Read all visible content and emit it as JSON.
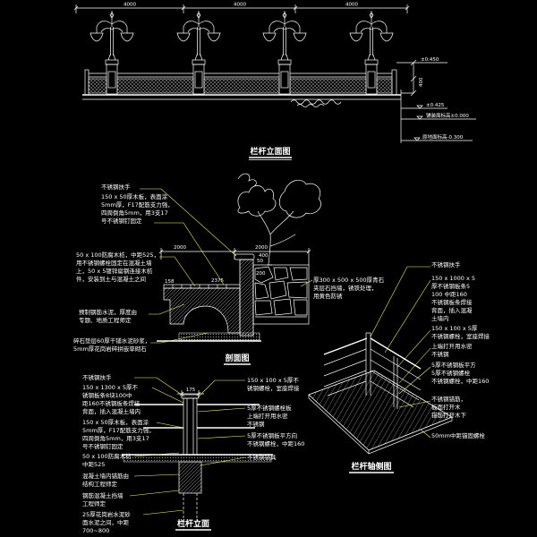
{
  "colors": {
    "background": "#000000",
    "line": "#ffffff",
    "leader": "#ffff66",
    "ground": "#66ff66"
  },
  "elevation": {
    "title": "栏杆立面图",
    "dims": [
      "4000",
      "4000",
      "4000"
    ],
    "levels": {
      "top": "±0.450",
      "height": "400",
      "cap": "±0.425",
      "paving": "铺装面标高±0.000",
      "ground": "原地面标高-0.300"
    }
  },
  "section": {
    "title": "剖面图",
    "dims": [
      "2000",
      "2000",
      "400",
      "50",
      "200",
      "2375",
      "158"
    ],
    "notes_top": [
      "不锈钢扶手",
      "150 x 50厚木板，表面涂",
      "5mm厚，F17配筋支力强，",
      "四周倒角5mm，用3支17",
      "号不锈钢钉固定"
    ],
    "notes_mid": [
      "50 x 100防腐木枋，中距525，",
      "用不锈钢螺栓固定在混凝土墙",
      "上，50 x 5镀锌扁钢连接木枋",
      "件，安装到土与混凝土之间"
    ],
    "notes_slab": [
      "预制钢筋水泥，厚度由",
      "专题、地质工程师定"
    ],
    "notes_base": [
      "碎石垫层60厚干铺水泥砂浆，",
      "5mm厚花岗岩碎拼嵌草砌石"
    ],
    "notes_wall": [
      "厚300 x 500 x 500厚青石",
      "夹层石挡墙，锈铁处理，",
      "用黄色防锈"
    ]
  },
  "front": {
    "title": "栏杆立面",
    "dim": "175",
    "notes_left": [
      "不锈钢扶手",
      "150 x 1300 x 5厚不",
      "锈钢板条8块100中",
      "距160不锈钢板条焊接",
      "背面，插入混凝土墙内",
      "150 x 50厚木板，表面涂",
      "5mm厚，F17配筋支力强，",
      "四周倒角5mm，用3支17",
      "号不锈钢钉固定",
      "50 x 100防腐木枋",
      "中距525",
      "混凝土墙内锚筋由",
      "结构工程师定",
      "钢筋混凝土挡墙",
      "工程师定",
      "25厚花岗岩水泥砂",
      "面水泥之间，中距",
      "700~800"
    ],
    "notes_right": [
      "150 x 100 x 5厚不",
      "锈钢螺栓，室座焊接",
      "5厚不锈钢螺栓板",
      "上端打开用水密",
      "不锈钢",
      "5厚不锈钢板平方向",
      "不锈钢螺栓，中距160",
      "不锈钢锚具"
    ]
  },
  "axon": {
    "title": "栏杆轴侧图",
    "notes": [
      "不锈钢扶手",
      "150 x 1000 x 5",
      "厚不锈钢板条5",
      "100 中距160",
      "不锈钢板条焊接",
      "背面，插入混凝",
      "土墙内",
      "150 x 100 x 5厚",
      "不锈钢螺栓，室座焊接",
      "上端打开用水密",
      "不锈钢",
      "5厚不锈钢板平方",
      "5厚不锈钢螺栓",
      "不锈钢螺栓，中距160",
      "不锈钢锚筋，",
      "板面打开木",
      "锚筋打开木下",
      "50mm中距锚固螺栓"
    ]
  }
}
